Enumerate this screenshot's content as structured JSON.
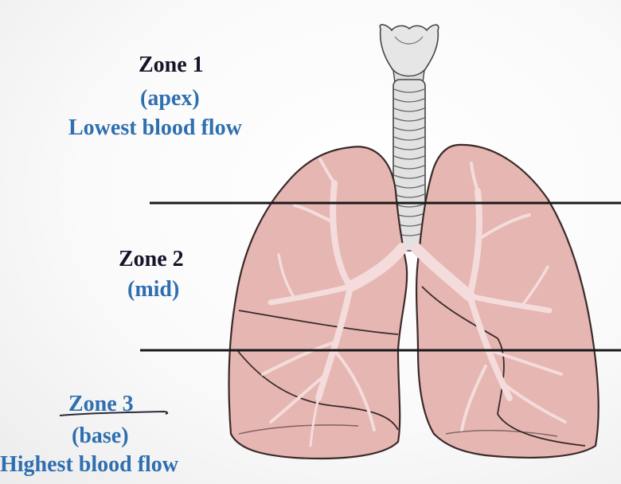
{
  "zones": [
    {
      "title": "Zone 1",
      "subtitle": "(apex)",
      "note": "Lowest blood flow"
    },
    {
      "title": "Zone 2",
      "subtitle": "(mid)"
    },
    {
      "title": "Zone 3",
      "subtitle": "(base)",
      "note": "Highest blood flow"
    }
  ],
  "colors": {
    "lung_fill": "#e5b6b2",
    "lung_stroke": "#3a2a2a",
    "bronchi": "#f3dcdb",
    "trachea": "#e2e2e2",
    "zone_title": "#15152a",
    "zone_detail": "#2f6fb0",
    "divider": "#1a1a1a"
  }
}
